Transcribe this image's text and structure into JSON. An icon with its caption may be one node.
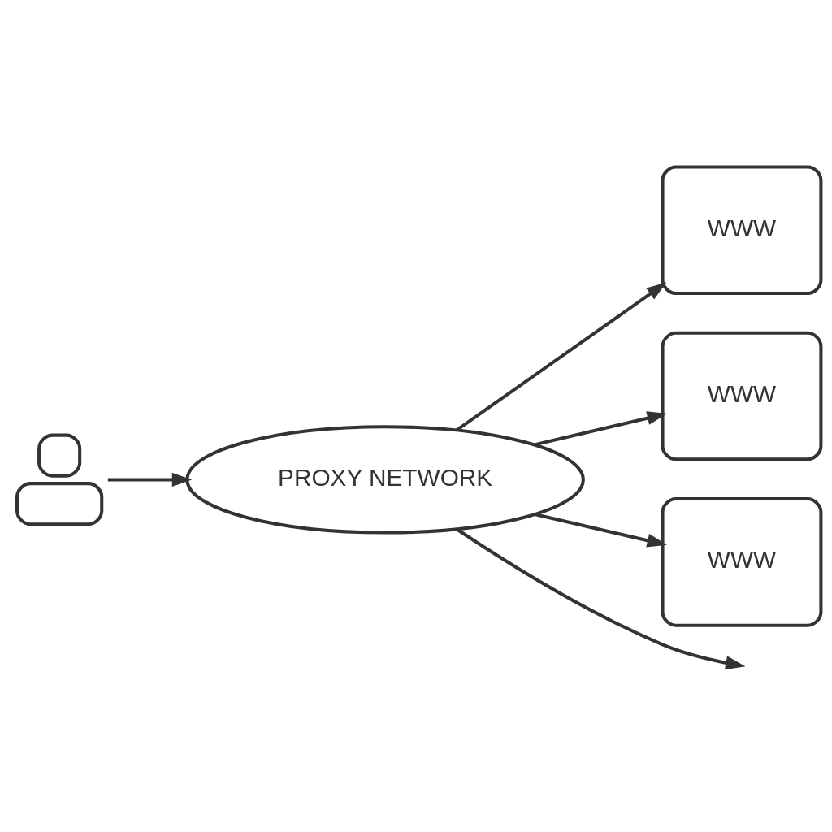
{
  "diagram": {
    "nodes": [
      {
        "text": [],
        "shape": "person"
      },
      {
        "text": [
          "PROXY NETWORK"
        ]
      },
      {
        "text": [
          "WWW"
        ]
      },
      {
        "text": [
          "WWW"
        ]
      },
      {
        "text": [
          "WWW"
        ]
      }
    ],
    "edges": [
      {
        "from": 0,
        "to": 1,
        "arrow": "to"
      },
      {
        "from": 1,
        "to": 2,
        "arrow": "to"
      },
      {
        "from": 1,
        "to": 3,
        "arrow": "to"
      },
      {
        "from": 1,
        "to": 4,
        "arrow": "to"
      },
      {
        "from": 1,
        "to": null,
        "arrow": "to"
      }
    ]
  }
}
